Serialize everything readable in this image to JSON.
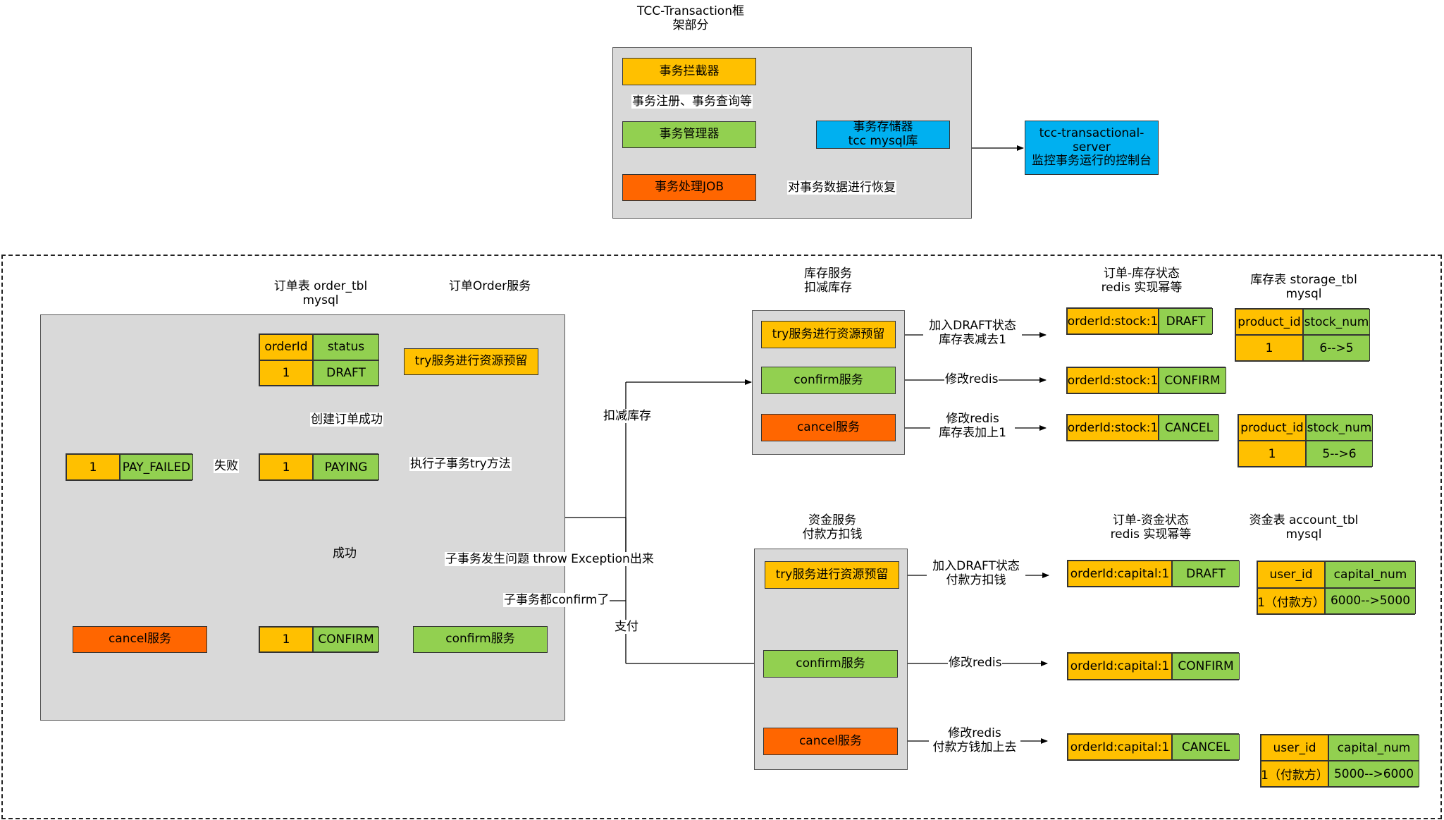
{
  "framework": {
    "title": "TCC-Transaction框\n架部分",
    "interceptor": "事务拦截器",
    "register_label": "事务注册、事务查询等",
    "manager": "事务管理器",
    "storage": "事务存储器\ntcc mysql库",
    "job": "事务处理JOB",
    "recover_label": "对事务数据进行恢复",
    "server": "tcc-transactional-server\n监控事务运行的控制台"
  },
  "order": {
    "table_title": "订单表 order_tbl\nmysql",
    "service_title": "订单Order服务",
    "table_headers": [
      "orderId",
      "status"
    ],
    "table_row": [
      "1",
      "DRAFT"
    ],
    "create_label": "创建订单成功",
    "paying": [
      "1",
      "PAYING"
    ],
    "fail_label": "失败",
    "pay_failed": [
      "1",
      "PAY_FAILED"
    ],
    "success_label": "成功",
    "confirm_row": [
      "1",
      "CONFIRM"
    ],
    "try": "try服务进行资源预留",
    "exec_label": "执行子事务try方法",
    "exception_label": "子事务发生问题 throw Exception出来",
    "all_confirm_label": "子事务都confirm了",
    "cancel": "cancel服务",
    "confirm": "confirm服务"
  },
  "links": {
    "deduct_label": "扣减库存",
    "pay_label": "支付"
  },
  "stock": {
    "service_title": "库存服务\n扣减库存",
    "try": "try服务进行资源预留",
    "confirm": "confirm服务",
    "cancel": "cancel服务",
    "try_label": "加入DRAFT状态\n库存表减去1",
    "confirm_label": "修改redis",
    "cancel_label": "修改redis\n库存表加上1",
    "redis_title": "订单-库存状态\nredis 实现幂等",
    "redis_key": "orderId:stock:1",
    "states": [
      "DRAFT",
      "CONFIRM",
      "CANCEL"
    ],
    "table_title": "库存表 storage_tbl\nmysql",
    "headers": [
      "product_id",
      "stock_num"
    ],
    "row1": [
      "1",
      "6-->5"
    ],
    "row2": [
      "1",
      "5-->6"
    ]
  },
  "capital": {
    "service_title": "资金服务\n付款方扣钱",
    "try": "try服务进行资源预留",
    "confirm": "confirm服务",
    "cancel": "cancel服务",
    "try_label": "加入DRAFT状态\n付款方扣钱",
    "confirm_label": "修改redis",
    "cancel_label": "修改redis\n付款方钱加上去",
    "redis_title": "订单-资金状态\nredis 实现幂等",
    "redis_key": "orderId:capital:1",
    "states": [
      "DRAFT",
      "CONFIRM",
      "CANCEL"
    ],
    "table_title": "资金表 account_tbl\nmysql",
    "headers": [
      "user_id",
      "capital_num"
    ],
    "row1": [
      "1（付款方）",
      "6000-->5000"
    ],
    "row2": [
      "1（付款方）",
      "5000-->6000"
    ]
  },
  "colors": {
    "yellow": "#ffc000",
    "green": "#92d050",
    "orange": "#ff6600",
    "blue": "#00b0f0",
    "group_gray": "#d9d9d9"
  }
}
